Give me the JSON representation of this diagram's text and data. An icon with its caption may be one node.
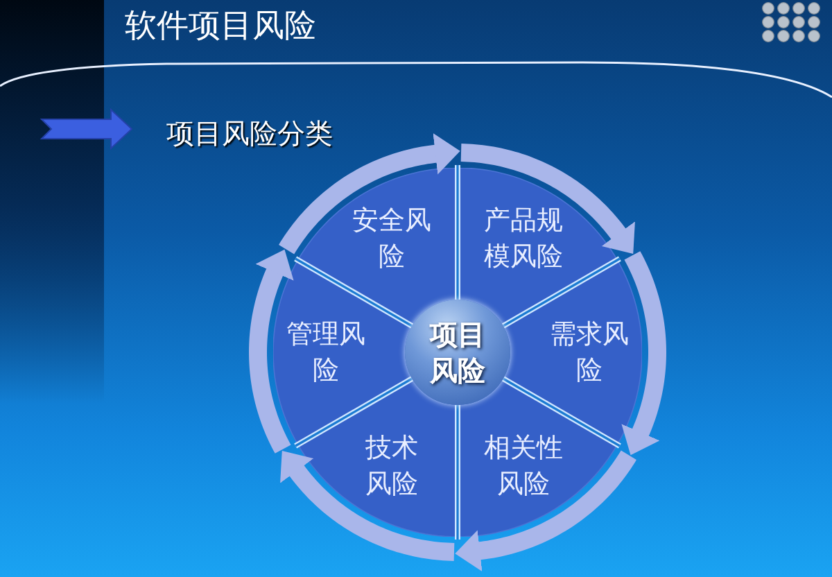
{
  "diagram": {
    "title": "软件项目风险",
    "nodes": [
      {
        "text": [
          "安全风险"
        ]
      },
      {
        "text": [
          "产品规模风险"
        ]
      },
      {
        "text": [
          "管理风险"
        ]
      },
      {
        "text": [
          "项目风险"
        ]
      },
      {
        "text": [
          "需求风险"
        ]
      },
      {
        "text": [
          "技术风险"
        ]
      },
      {
        "text": [
          "相关性风险"
        ]
      }
    ],
    "edges": [
      {
        "from": 0,
        "to": 1,
        "arrow": "to"
      },
      {
        "from": 1,
        "to": 4,
        "arrow": "to"
      },
      {
        "from": 4,
        "to": 6,
        "arrow": "to"
      },
      {
        "from": 6,
        "to": 5,
        "arrow": "to"
      },
      {
        "from": 5,
        "to": 2,
        "arrow": "to"
      },
      {
        "from": 2,
        "to": 0,
        "arrow": "to"
      }
    ],
    "labels": [
      "项目风险分类"
    ]
  }
}
